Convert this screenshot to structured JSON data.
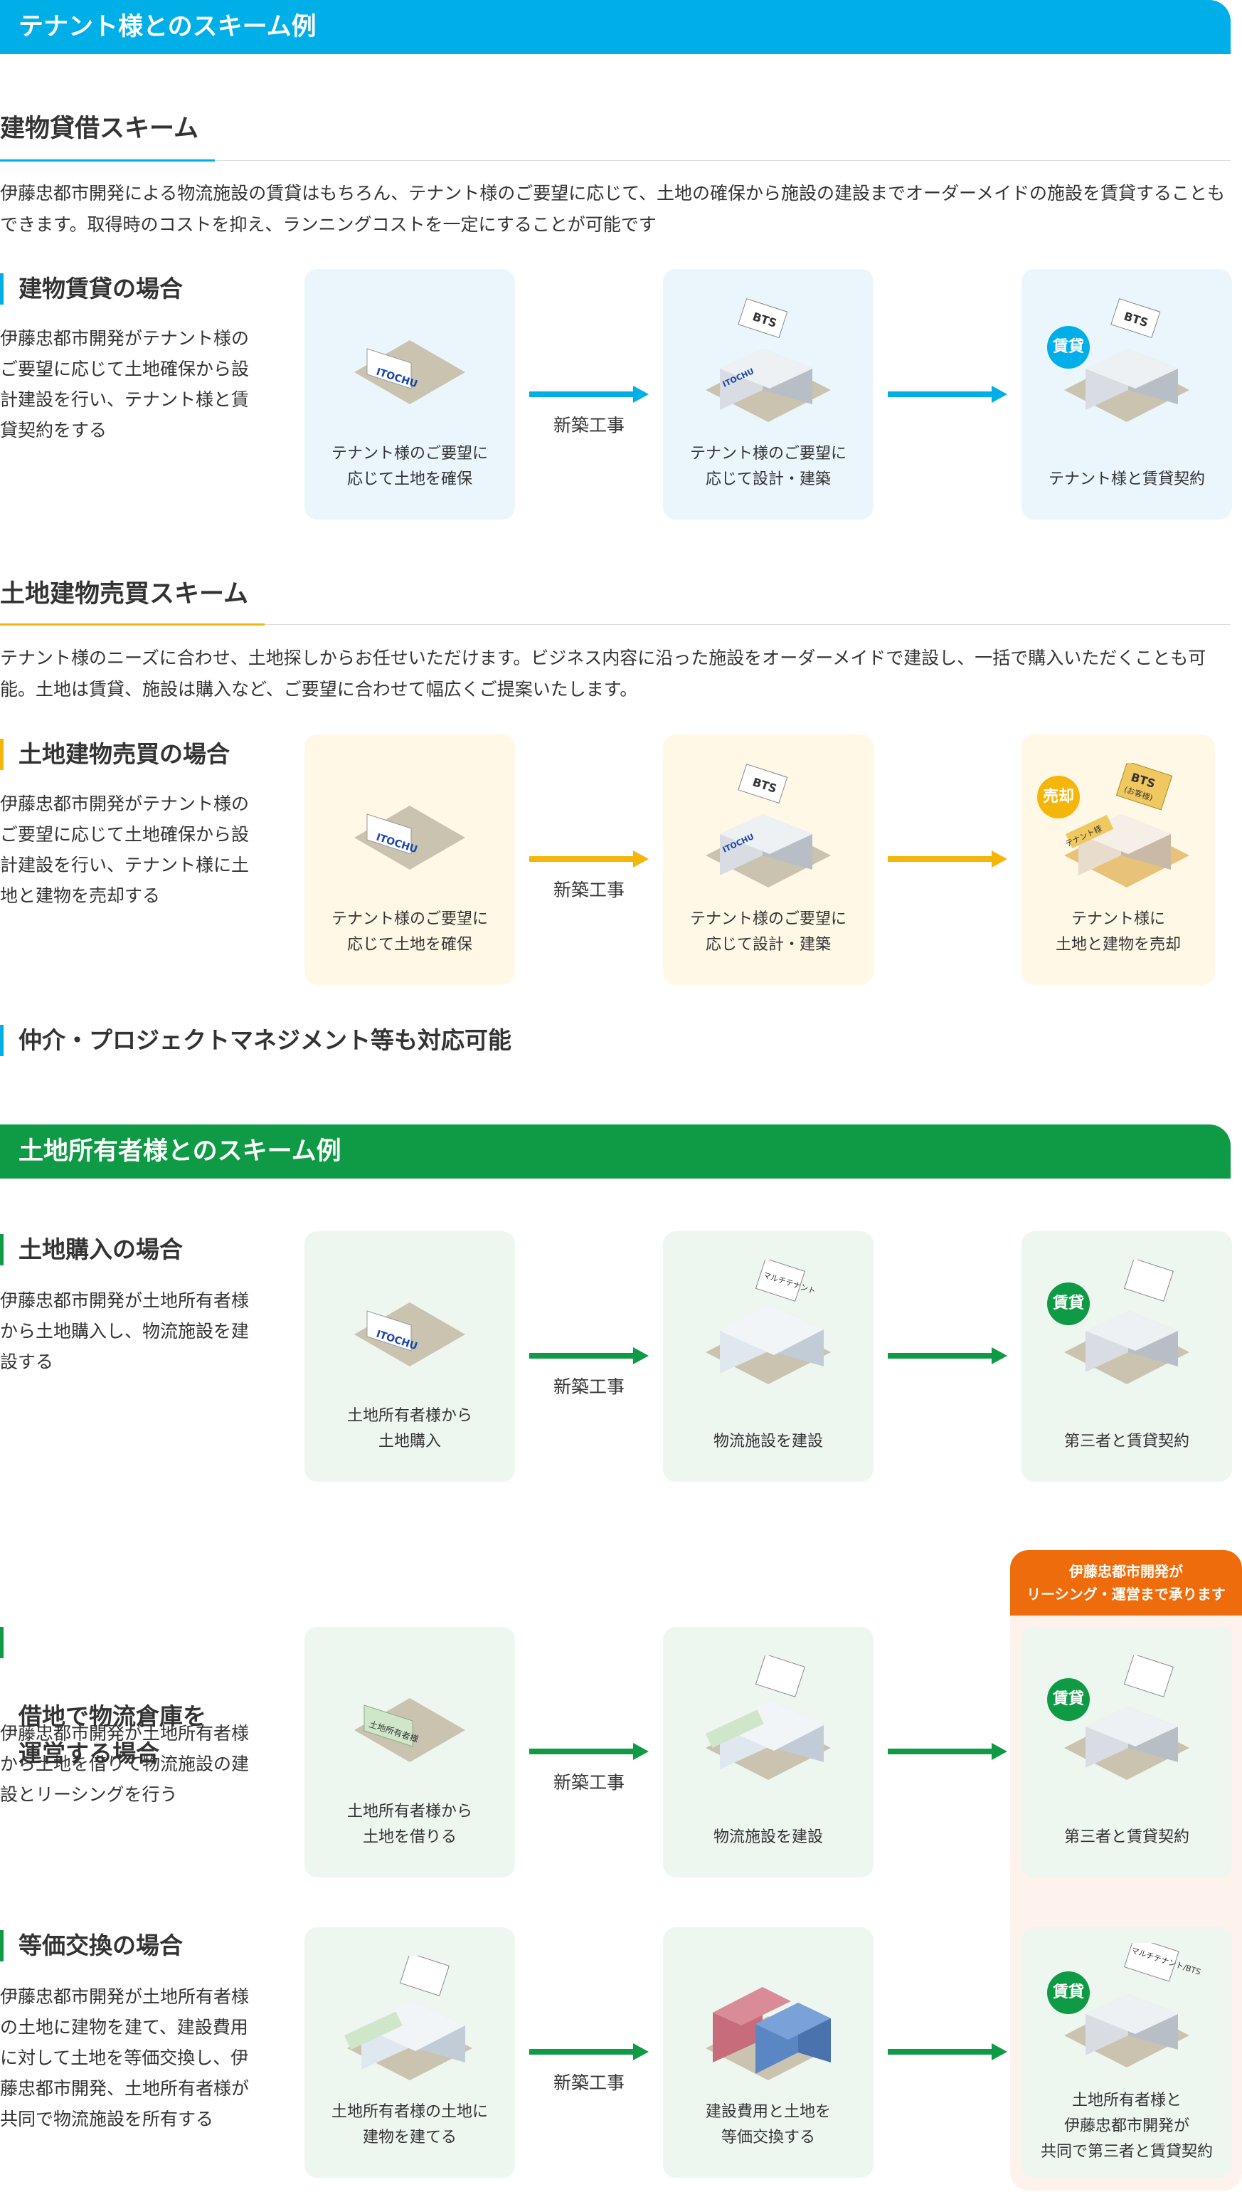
{
  "tenant_section": {
    "banner": "テナント様とのスキーム例",
    "scheme1": {
      "title": "建物貸借スキーム",
      "paragraph": "伊藤忠都市開発による物流施設の賃貸はもちろん、テナント様のご要望に応じて、土地の確保から施設の建設までオーダーメイドの施設を賃貸することもできます。取得時のコストを抑え、ランニングコストを一定にすることが可能です",
      "case_title": "建物賃貸の場合",
      "case_desc": "伊藤忠都市開発がテナント様のご要望に応じて土地確保から設計建設を行い、テナント様と賃貸契約をする",
      "steps": [
        "テナント様のご要望に\n応じて土地を確保",
        "テナント様のご要望に\n応じて設計・建築",
        "テナント様と賃貸契約"
      ],
      "arrow_label": "新築工事",
      "badge": "賃貸",
      "sign": "BTS",
      "logo": "ITOCHU"
    },
    "scheme2": {
      "title": "土地建物売買スキーム",
      "paragraph": "テナント様のニーズに合わせ、土地探しからお任せいただけます。ビジネス内容に沿った施設をオーダーメイドで建設し、一括で購入いただくことも可能。土地は賃貸、施設は購入など、ご要望に合わせて幅広くご提案いたします。",
      "case_title": "土地建物売買の場合",
      "case_desc": "伊藤忠都市開発がテナント様のご要望に応じて土地確保から設計建設を行い、テナント様に土地と建物を売却する",
      "steps": [
        "テナント様のご要望に\n応じて土地を確保",
        "テナント様のご要望に\n応じて設計・建築",
        "テナント様に\n土地と建物を売却"
      ],
      "arrow_label": "新築工事",
      "badge": "売却",
      "sign": "BTS",
      "sign_sub": "(お客様)",
      "tenant_sign": "テナント様"
    },
    "note": "仲介・プロジェクトマネジメント等も対応可能"
  },
  "owner_section": {
    "banner": "土地所有者様とのスキーム例",
    "case1": {
      "title": "土地購入の場合",
      "desc": "伊藤忠都市開発が土地所有者様から土地購入し、物流施設を建設する",
      "steps": [
        "土地所有者様から\n土地購入",
        "物流施設を建設",
        "第三者と賃貸契約"
      ],
      "arrow_label": "新築工事",
      "badge": "賃貸"
    },
    "case2": {
      "title": "借地で物流倉庫を\n運営する場合",
      "desc": "伊藤忠都市開発が土地所有者様から土地を借りて物流施設の建設とリーシングを行う",
      "steps": [
        "土地所有者様から\n土地を借りる",
        "物流施設を建設",
        "第三者と賃貸契約"
      ],
      "arrow_label": "新築工事",
      "badge": "賃貸"
    },
    "case3": {
      "title": "等価交換の場合",
      "desc": "伊藤忠都市開発が土地所有者様の土地に建物を建て、建設費用に対して土地を等価交換し、伊藤忠都市開発、土地所有者様が共同で物流施設を所有する",
      "steps": [
        "土地所有者様の土地に\n建物を建てる",
        "建設費用と土地を\n等価交換する",
        "土地所有者様と\n伊藤忠都市開発が\n共同で第三者と賃貸契約"
      ],
      "arrow_label": "新築工事",
      "badge": "賃貸"
    },
    "orange_note": "伊藤忠都市開発が\nリーシング・運営まで承ります",
    "sign_multi": "マルチテナント",
    "sign_multi_bts": "マルチテナント/BTS",
    "owner_sign": "土地所有者様"
  },
  "colors": {
    "blue": "#00aee8",
    "green": "#0f9a45",
    "yellow": "#f5b60c",
    "orange": "#ef6c0c"
  }
}
